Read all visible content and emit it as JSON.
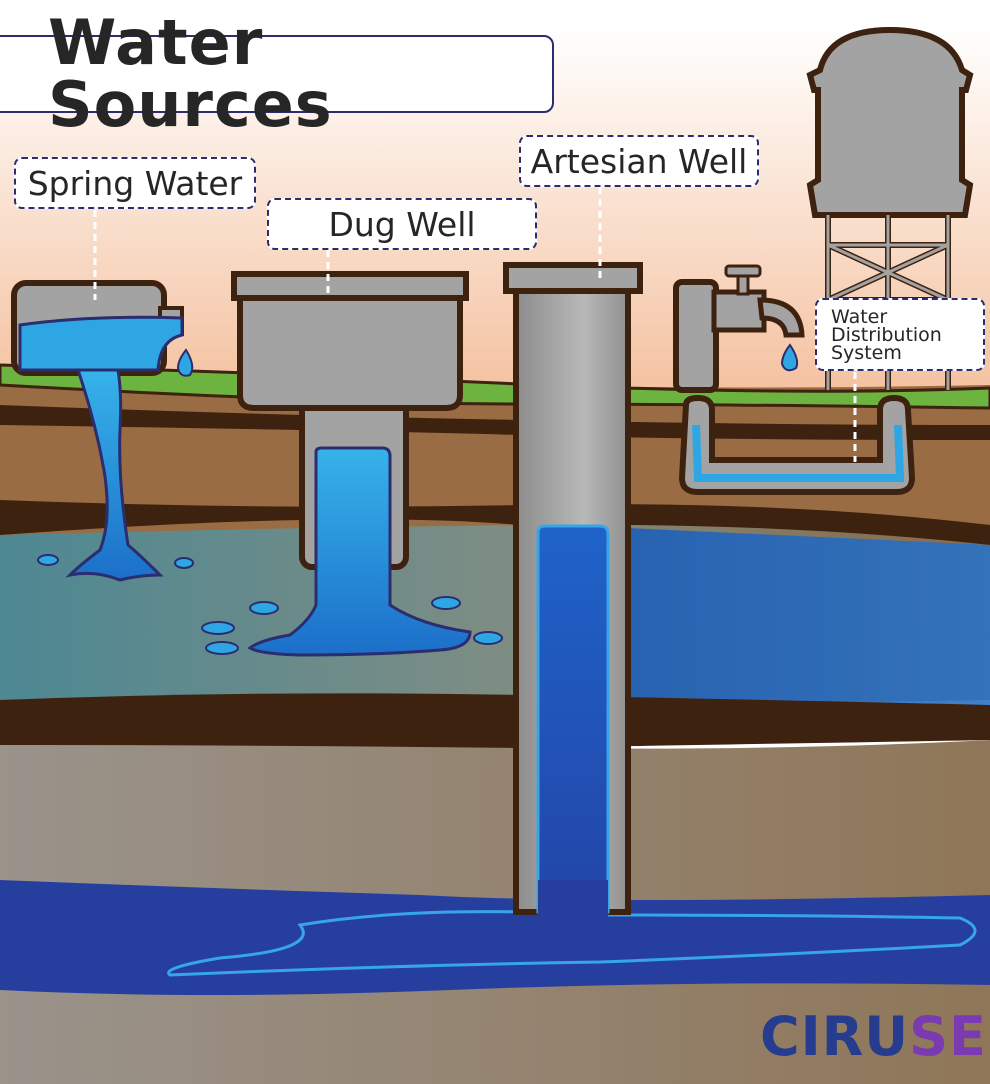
{
  "title": "Water Sources",
  "labels": {
    "spring_water": "Spring Water",
    "dug_well": "Dug Well",
    "artesian_well": "Artesian Well",
    "water_distribution_line1": "Water",
    "water_distribution_line2": "Distribution",
    "water_distribution_line3": "System"
  },
  "logo": {
    "part1": "CIRU",
    "part2": "SES"
  },
  "colors": {
    "sky_top": "#ffffff",
    "sky_bottom": "#f6c7a6",
    "grass": "#6db33f",
    "soil_brown": "#9a6c43",
    "soil_dark_band": "#3e2210",
    "aquifer": "#5f8f9a",
    "deep_soil": "#8a7d72",
    "water_light": "#2ea6e3",
    "water_deep": "#263f9f",
    "pipe_gray": "#a3a3a3",
    "outline": "#2b2d6e"
  }
}
